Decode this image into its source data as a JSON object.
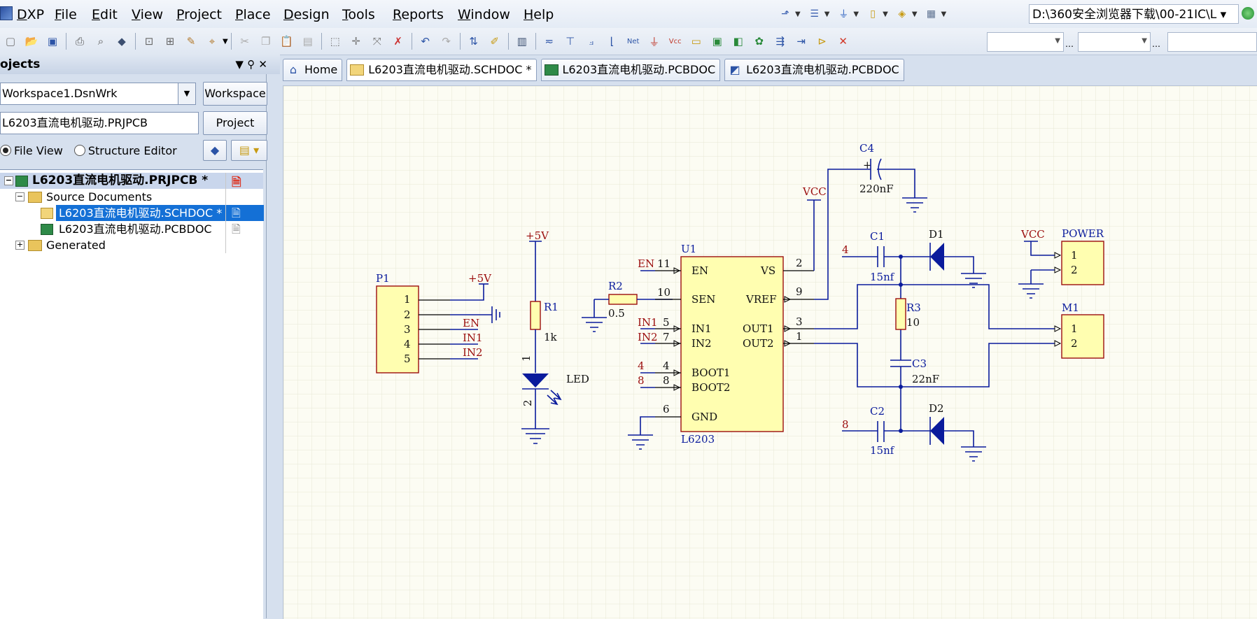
{
  "menubar": {
    "app_label": "DXP",
    "items": [
      "File",
      "Edit",
      "View",
      "Project",
      "Place",
      "Design",
      "Tools",
      "Reports",
      "Window",
      "Help"
    ],
    "path": "D:\\360安全浏览器下载\\00-21IC\\L ▾"
  },
  "panel": {
    "title": "ojects",
    "workspace_value": "Workspace1.DsnWrk",
    "workspace_button": "Workspace",
    "project_value": "L6203直流电机驱动.PRJPCB",
    "project_button": "Project",
    "radio_file_view": "File View",
    "radio_structure": "Structure Editor",
    "tree": {
      "root": "L6203直流电机驱动.PRJPCB *",
      "source_docs": "Source Documents",
      "schdoc": "L6203直流电机驱动.SCHDOC *",
      "pcbdoc": "L6203直流电机驱动.PCBDOC",
      "generated": "Generated"
    }
  },
  "tabs": [
    {
      "label": "Home",
      "icon": "home-icon"
    },
    {
      "label": "L6203直流电机驱动.SCHDOC *",
      "icon": "schematic-icon"
    },
    {
      "label": "L6203直流电机驱动.PCBDOC",
      "icon": "pcb-icon"
    },
    {
      "label": "L6203直流电机驱动.PCBDOC",
      "icon": "pcb-3d-icon"
    }
  ],
  "schematic": {
    "p1": {
      "ref": "P1",
      "pins": [
        "1",
        "2",
        "3",
        "4",
        "5"
      ],
      "net_5v": "+5V",
      "nets": [
        "EN",
        "IN1",
        "IN2"
      ]
    },
    "r1": {
      "ref": "R1",
      "value": "1k",
      "supply": "+5V"
    },
    "led": {
      "ref": "LED",
      "pin1": "1",
      "pin2": "2"
    },
    "r2": {
      "ref": "R2",
      "value": "0.5"
    },
    "u1": {
      "ref": "U1",
      "part": "L6203",
      "left_pins": [
        {
          "net": "EN",
          "num": "11",
          "name": "EN"
        },
        {
          "net": "",
          "num": "10",
          "name": "SEN"
        },
        {
          "net": "IN1",
          "num": "5",
          "name": "IN1"
        },
        {
          "net": "IN2",
          "num": "7",
          "name": "IN2"
        },
        {
          "net": "4",
          "num": "4",
          "name": "BOOT1"
        },
        {
          "net": "8",
          "num": "8",
          "name": "BOOT2"
        },
        {
          "net": "",
          "num": "6",
          "name": "GND"
        }
      ],
      "right_pins": [
        {
          "num": "2",
          "name": "VS"
        },
        {
          "num": "9",
          "name": "VREF"
        },
        {
          "num": "3",
          "name": "OUT1"
        },
        {
          "num": "1",
          "name": "OUT2"
        }
      ]
    },
    "vcc_label": "VCC",
    "c4": {
      "ref": "C4",
      "value": "220nF",
      "plus": "+"
    },
    "c1": {
      "ref": "C1",
      "value": "15nf",
      "net": "4"
    },
    "c2": {
      "ref": "C2",
      "value": "15nf",
      "net": "8"
    },
    "c3": {
      "ref": "C3",
      "value": "22nF"
    },
    "r3": {
      "ref": "R3",
      "value": "10"
    },
    "d1": {
      "ref": "D1"
    },
    "d2": {
      "ref": "D2"
    },
    "power": {
      "ref": "POWER",
      "supply": "VCC",
      "pins": [
        "1",
        "2"
      ]
    },
    "m1": {
      "ref": "M1",
      "pins": [
        "1",
        "2"
      ]
    }
  }
}
